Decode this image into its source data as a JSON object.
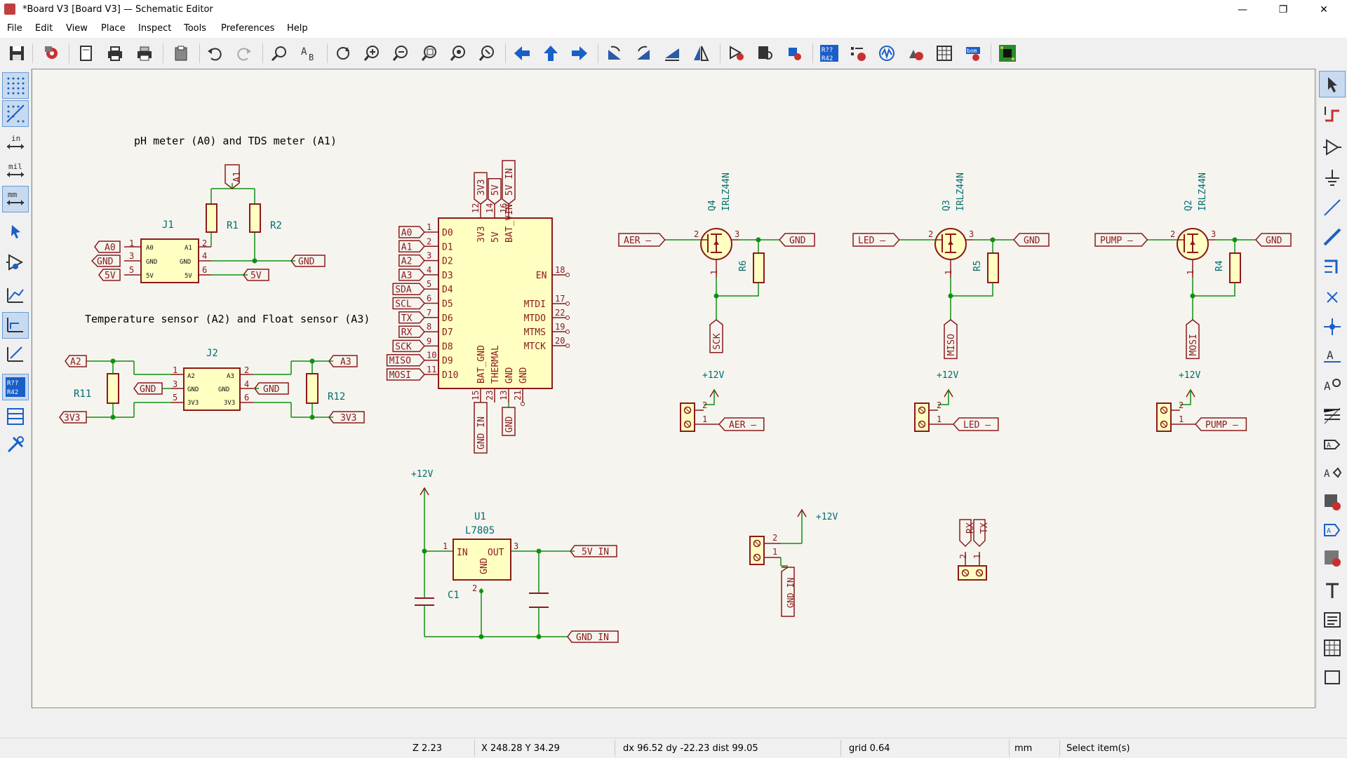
{
  "window": {
    "title": "*Board V3 [Board V3] — Schematic Editor",
    "minimize": "—",
    "restore": "❐",
    "close": "✕"
  },
  "menu": [
    "File",
    "Edit",
    "View",
    "Place",
    "Inspect",
    "Tools",
    "Preferences",
    "Help"
  ],
  "left_toolbar": {
    "units_in": "in",
    "units_mil": "mil",
    "units_mm": "mm",
    "annotate": "R??\nR42"
  },
  "toolbar_icons": [
    "save-icon",
    "schematic-setup-icon",
    "page-settings-icon",
    "print-icon",
    "plot-icon",
    "paste-icon",
    "undo-icon",
    "redo-icon",
    "find-icon",
    "find-replace-icon",
    "refresh-icon",
    "zoom-in-icon",
    "zoom-out-icon",
    "zoom-fit-icon",
    "zoom-objects-icon",
    "zoom-selection-icon",
    "navigate-back-icon",
    "navigate-up-icon",
    "navigate-forward-icon",
    "rotate-ccw-icon",
    "rotate-cw-icon",
    "mirror-vertical-icon",
    "mirror-horizontal-icon",
    "symbol-editor-icon",
    "symbol-browser-icon",
    "footprint-assign-icon",
    "annotate-icon",
    "erc-icon",
    "simulator-icon",
    "netlist-icon",
    "symbol-fields-table-icon",
    "bom-icon",
    "pcb-editor-icon"
  ],
  "right_toolbar_icons": [
    "select-icon",
    "highlight-net-icon",
    "add-symbol-icon",
    "add-power-icon",
    "add-wire-icon",
    "add-bus-icon",
    "add-bus-entry-icon",
    "no-connect-icon",
    "junction-icon",
    "net-label-icon",
    "net-class-icon",
    "global-label-icon",
    "hierarchical-label-icon",
    "hierarchical-sheet-icon",
    "import-sheet-pin-icon",
    "sheet-pin-icon",
    "add-text-icon",
    "text-box-icon",
    "table-icon",
    "rectangle-icon"
  ],
  "status": {
    "zoom": "Z 2.23",
    "xy": "X 248.28  Y 34.29",
    "delta": "dx 96.52  dy -22.23  dist 99.05",
    "grid": "grid 0.64",
    "units": "mm",
    "mode": "Select item(s)"
  },
  "schematic": {
    "notes": [
      "pH meter (A0) and TDS meter (A1)",
      "Temperature sensor (A2) and Float sensor (A3)"
    ],
    "j1": {
      "ref": "J1",
      "pins": [
        "1",
        "3",
        "5",
        "2",
        "4",
        "6"
      ],
      "inner": [
        "A0",
        "GND",
        "5V",
        "A1",
        "GND",
        "5V"
      ]
    },
    "j2": {
      "ref": "J2",
      "pins": [
        "1",
        "3",
        "5",
        "2",
        "4",
        "6"
      ],
      "inner": [
        "A2",
        "GND",
        "3V3",
        "A3",
        "GND",
        "3V3"
      ]
    },
    "labels": {
      "A0": "A0",
      "A1": "A1",
      "A2": "A2",
      "A3": "A3",
      "GND": "GND",
      "V5": "5V",
      "V3V3": "3V3",
      "SDA": "SDA",
      "SCL": "SCL",
      "TX": "TX",
      "RX": "RX",
      "SCK": "SCK",
      "MISO": "MISO",
      "MOSI": "MOSI",
      "GND_IN": "GND IN",
      "V5_IN": "5V IN",
      "AER": "AER",
      "LED": "LED",
      "PUMP": "PUMP",
      "P12": "+12V"
    },
    "resistors": {
      "R1": "R1",
      "R2": "R2",
      "R11": "R11",
      "R12": "R12",
      "R4": "R4",
      "R5": "R5",
      "R6": "R6"
    },
    "mosfets": {
      "Q2": "Q2",
      "Q3": "Q3",
      "Q4": "Q4",
      "value": "IRLZ44N"
    },
    "mcu": {
      "left": [
        "D0",
        "D1",
        "D2",
        "D3",
        "D4",
        "D5",
        "D6",
        "D7",
        "D8",
        "D9",
        "D10"
      ],
      "left_pins": [
        "1",
        "2",
        "3",
        "4",
        "5",
        "6",
        "7",
        "8",
        "9",
        "10",
        "11"
      ],
      "right": [
        "EN",
        "MTDI",
        "MTDO",
        "MTMS",
        "MTCK"
      ],
      "right_pins": [
        "18",
        "17",
        "22",
        "19",
        "20"
      ],
      "top": [
        "3V3",
        "5V",
        "BAT_VIN"
      ],
      "top_pins": [
        "12",
        "14",
        "16"
      ],
      "bottom": [
        "BAT_GND",
        "THERMAL",
        "GND",
        "GND"
      ],
      "bottom_pins": [
        "15",
        "23",
        "13",
        "21"
      ],
      "top_labels": [
        "3V3",
        "5V",
        "5V IN"
      ]
    },
    "reg": {
      "ref": "U1",
      "value": "L7805",
      "in": "IN",
      "out": "OUT",
      "gnd": "GND",
      "pin1": "1",
      "pin2": "2",
      "pin3": "3",
      "cap": "C1"
    }
  }
}
